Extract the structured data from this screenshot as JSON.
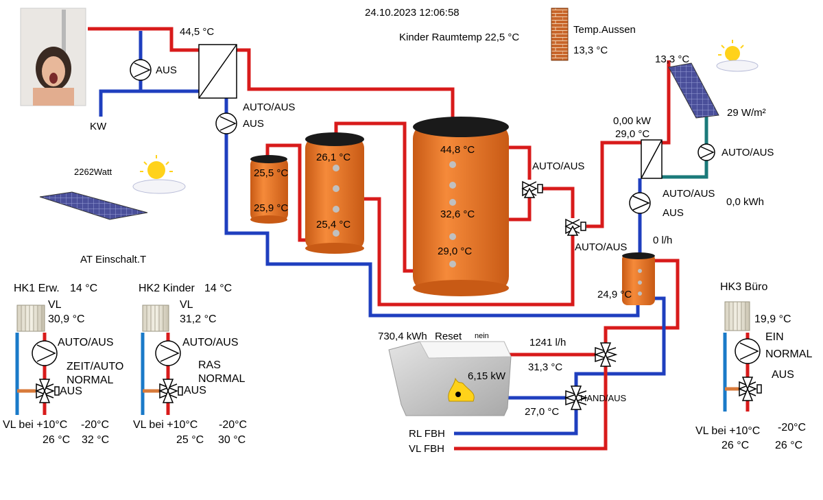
{
  "colors": {
    "hot": "#d81b1b",
    "cold": "#1f3fbf",
    "solar_loop": "#1b7a7a",
    "tank": "#f07a2a",
    "tank_top": "#1a1a1a"
  },
  "header": {
    "datetime": "24.10.2023  12:06:58",
    "kinder_raumtemp": "Kinder Raumtemp 22,5 °C"
  },
  "outdoor": {
    "label": "Temp.Aussen",
    "temp": "13,3 °C"
  },
  "dhw": {
    "temp": "44,5 °C",
    "pump_state": "AUS",
    "cold_water": "KW",
    "pump2_mode": "AUTO/AUS",
    "pump2_state": "AUS"
  },
  "pv": {
    "power": "2262Watt"
  },
  "at_label": "AT Einschalt.T",
  "tanks": {
    "small": {
      "top": "25,5 °C",
      "bottom": "25,9 °C"
    },
    "medium": {
      "top": "26,1 °C",
      "bottom": "25,4 °C"
    },
    "large": {
      "top": "44,8 °C",
      "mid": "32,6 °C",
      "bottom": "29,0 °C"
    },
    "buffer": {
      "temp": "24,9 °C"
    }
  },
  "valves": {
    "tank_valve_mode": "AUTO/AUS",
    "lower_valve_mode": "AUTO/AUS",
    "boiler_valve_mode": "HAND/AUS"
  },
  "solar": {
    "collector_temp": "13,3 °C",
    "power": "0,00 kW",
    "temp": "29,0 °C",
    "irradiance": "29 W/m²",
    "pump_mode": "AUTO/AUS",
    "pump2_mode": "AUTO/AUS",
    "pump2_state": "AUS",
    "energy": "0,0 kWh",
    "flow": "0 l/h"
  },
  "boiler": {
    "energy": "730,4 kWh",
    "reset_label": "Reset",
    "reset_value": "nein",
    "flow": "1241 l/h",
    "supply_temp": "31,3 °C",
    "power": "6,15 kW",
    "return_temp": "27,0 °C"
  },
  "floor_heating": {
    "return": "RL FBH",
    "supply": "VL FBH"
  },
  "hk1": {
    "title": "HK1 Erw.",
    "room_temp": "14 °C",
    "vl_label": "VL",
    "vl_temp": "30,9 °C",
    "pump_mode": "AUTO/AUS",
    "mode": "ZEIT/AUTO",
    "mode2": "NORMAL",
    "valve_state": "AUS",
    "curve_label_plus": "VL bei +10°C",
    "curve_label_minus": "-20°C",
    "curve_plus": "26 °C",
    "curve_minus": "32 °C"
  },
  "hk2": {
    "title": "HK2 Kinder",
    "room_temp": "14 °C",
    "vl_label": "VL",
    "vl_temp": "31,2 °C",
    "pump_mode": "AUTO/AUS",
    "mode": "RAS",
    "mode2": "NORMAL",
    "valve_state": "AUS",
    "curve_label_plus": "VL bei +10°C",
    "curve_label_minus": "-20°C",
    "curve_plus": "25 °C",
    "curve_minus": "30 °C"
  },
  "hk3": {
    "title": "HK3 Büro",
    "vl_temp": "19,9 °C",
    "pump_state": "EIN",
    "mode": "NORMAL",
    "valve_state": "AUS",
    "curve_label_plus": "VL bei +10°C",
    "curve_label_minus": "-20°C",
    "curve_plus": "26 °C",
    "curve_minus": "26 °C"
  }
}
